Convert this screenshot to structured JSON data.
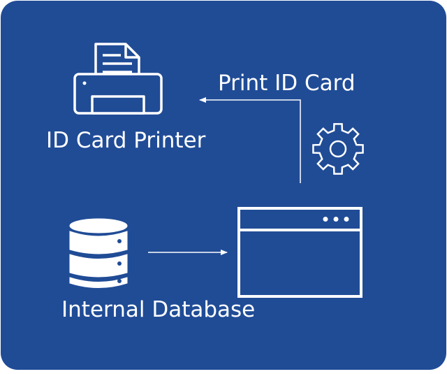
{
  "labels": {
    "printer": "ID Card Printer",
    "print_action": "Print ID Card",
    "database": "Internal Database"
  },
  "icons": {
    "printer": "printer-icon",
    "gear": "gear-icon",
    "database": "database-icon",
    "window": "application-window-icon"
  },
  "colors": {
    "background": "#204c96",
    "foreground": "#ffffff"
  }
}
